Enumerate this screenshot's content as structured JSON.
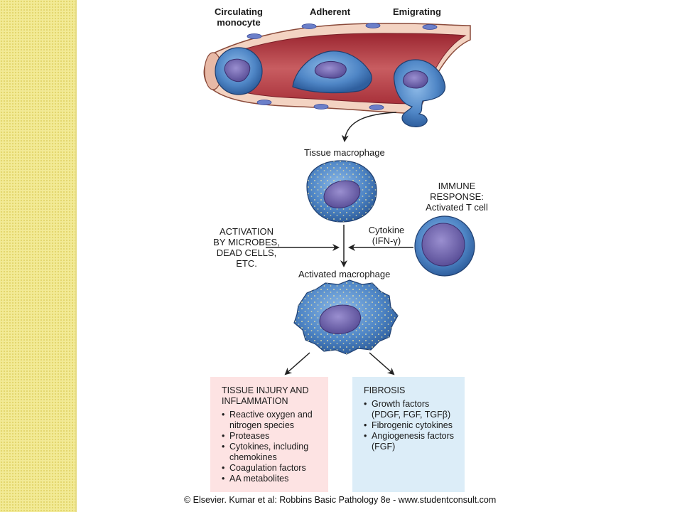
{
  "labels": {
    "circulating": [
      "Circulating",
      "monocyte"
    ],
    "adherent": "Adherent",
    "emigrating": "Emigrating",
    "tissue_macrophage": "Tissue macrophage",
    "immune_response": [
      "IMMUNE",
      "RESPONSE:",
      "Activated T cell"
    ],
    "activation": [
      "ACTIVATION",
      "BY MICROBES,",
      "DEAD CELLS,",
      "ETC."
    ],
    "cytokine": [
      "Cytokine",
      "(IFN-γ)"
    ],
    "activated_macrophage": "Activated macrophage"
  },
  "injury_box": {
    "title": [
      "TISSUE INJURY AND",
      "INFLAMMATION"
    ],
    "items": [
      "Reactive oxygen and nitrogen species",
      "Proteases",
      "Cytokines, including chemokines",
      "Coagulation factors",
      "AA metabolites"
    ]
  },
  "fibrosis_box": {
    "title": "FIBROSIS",
    "items": [
      "Growth factors (PDGF, FGF, TGFβ)",
      "Fibrogenic cytokines",
      "Angiogenesis factors (FGF)"
    ]
  },
  "footer": "© Elsevier. Kumar et al: Robbins Basic Pathology 8e - www.studentconsult.com",
  "colors": {
    "side_strip": "#f2ea96",
    "vessel": "#a8313a",
    "cell_blue": "#4f86c6",
    "nucleus": "#6a5fa8",
    "injury_box": "#fde3e3",
    "fibrosis_box": "#dcedf8"
  }
}
